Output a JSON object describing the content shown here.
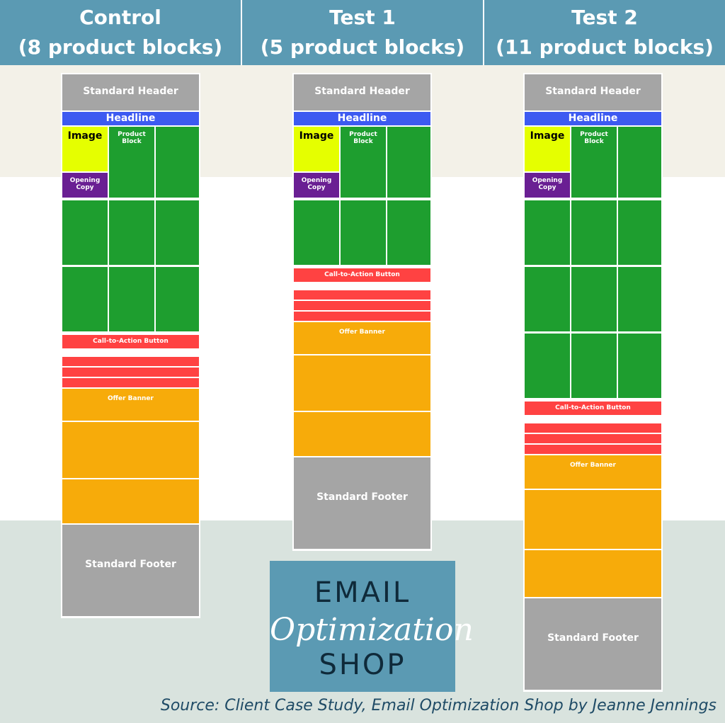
{
  "columns": [
    {
      "title": "Control",
      "subtitle": "(8 product blocks)"
    },
    {
      "title": "Test 1",
      "subtitle": "(5 product blocks)"
    },
    {
      "title": "Test 2",
      "subtitle": "(11 product blocks)"
    }
  ],
  "labels": {
    "header": "Standard Header",
    "headline": "Headline",
    "image": "Image",
    "product_block_line1": "Product",
    "product_block_line2": "Block",
    "opening_copy_line1": "Opening",
    "opening_copy_line2": "Copy",
    "cta": "Call-to-Action Button",
    "offer": "Offer Banner",
    "footer": "Standard Footer"
  },
  "logo": {
    "top": "EMAIL",
    "middle": "Optimization",
    "bottom": "SHOP"
  },
  "source": "Source: Client Case Study, Email Optimization Shop by Jeanne Jennings",
  "colors": {
    "header_bg": "#5b9ab3",
    "grey": "#a5a5a5",
    "headline_blue": "#3d5af1",
    "product_green": "#1e9e2f",
    "image_yellow": "#e5ff00",
    "opening_purple": "#6a1f93",
    "cta_red": "#ff4242",
    "offer_orange": "#f7ab0a"
  }
}
